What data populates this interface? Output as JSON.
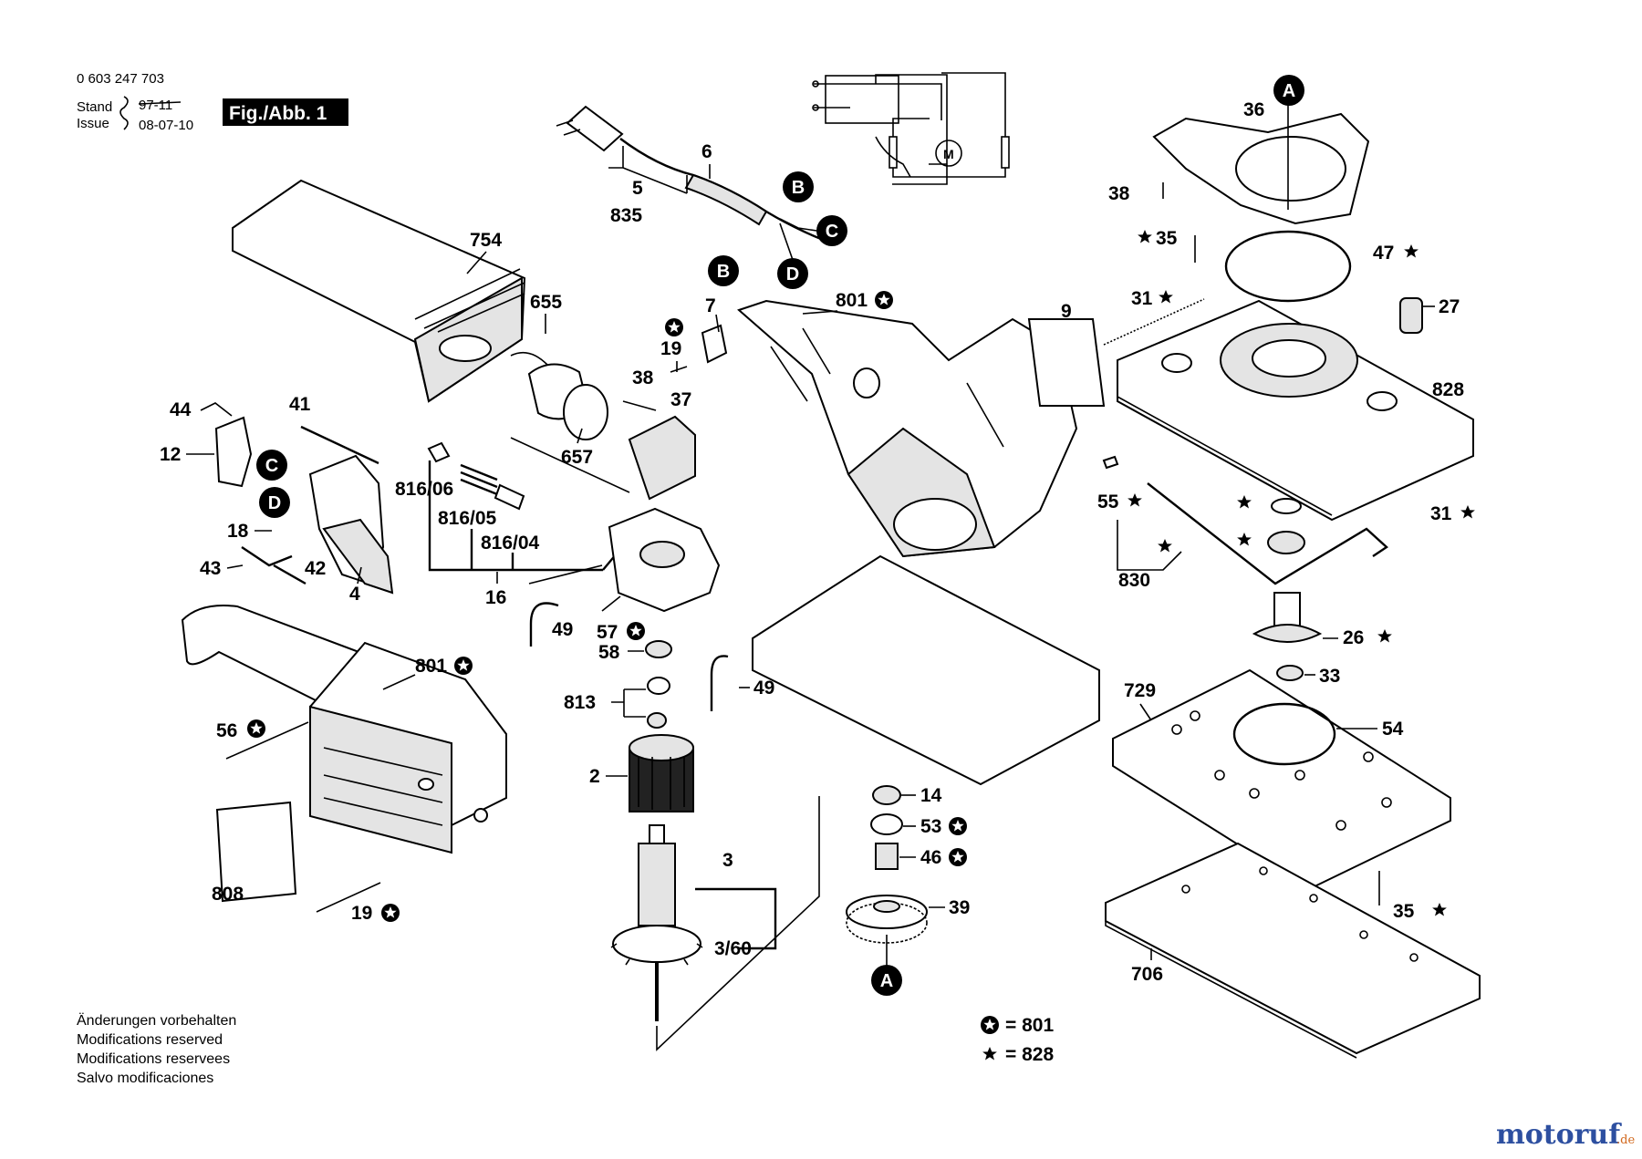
{
  "header": {
    "doc_number": "0 603 247 703",
    "stand_label": "Stand",
    "issue_label": "Issue",
    "stand_old_value": "97-11",
    "issue_value": "08-07-10",
    "figure_badge": "Fig./Abb. 1"
  },
  "labels": {
    "p754": "754",
    "p655": "655",
    "p657": "657",
    "p835": "835",
    "p5": "5",
    "p6": "6",
    "p801a": "801",
    "p801b": "801",
    "p7": "7",
    "p19a": "19",
    "p38a": "38",
    "p37": "37",
    "p44": "44",
    "p41": "41",
    "p12": "12",
    "p18": "18",
    "p43": "43",
    "p42": "42",
    "p4": "4",
    "p816_06": "816/06",
    "p816_05": "816/05",
    "p816_04": "816/04",
    "p16": "16",
    "p49a": "49",
    "p49b": "49",
    "p57": "57",
    "p58": "58",
    "p813": "813",
    "p2": "2",
    "p3": "3",
    "p3_60": "3/60",
    "p56": "56",
    "p808": "808",
    "p19b": "19",
    "p9": "9",
    "p14": "14",
    "p53": "53",
    "p46": "46",
    "p39": "39",
    "p36": "36",
    "p38b": "38",
    "p35a": "35",
    "p47": "47",
    "p31a": "31",
    "p27": "27",
    "p828": "828",
    "p55": "55",
    "p830": "830",
    "p31b": "31",
    "p26": "26",
    "p33": "33",
    "p729": "729",
    "p54": "54",
    "p35b": "35",
    "p706": "706",
    "star_plain": "★"
  },
  "callouts": {
    "A": "A",
    "B": "B",
    "C": "C",
    "D": "D",
    "M": "M"
  },
  "legend": {
    "circle_star_value": "= 801",
    "star_value": "= 828"
  },
  "footer": {
    "notes": [
      "Änderungen vorbehalten",
      "Modifications reserved",
      "Modifications reservees",
      "Salvo modificaciones"
    ],
    "watermark": "motoruf",
    "watermark_tld": ".de"
  },
  "colors": {
    "ink": "#000000",
    "watermark_blue": "#2d4fa0",
    "watermark_orange": "#d2691e"
  }
}
